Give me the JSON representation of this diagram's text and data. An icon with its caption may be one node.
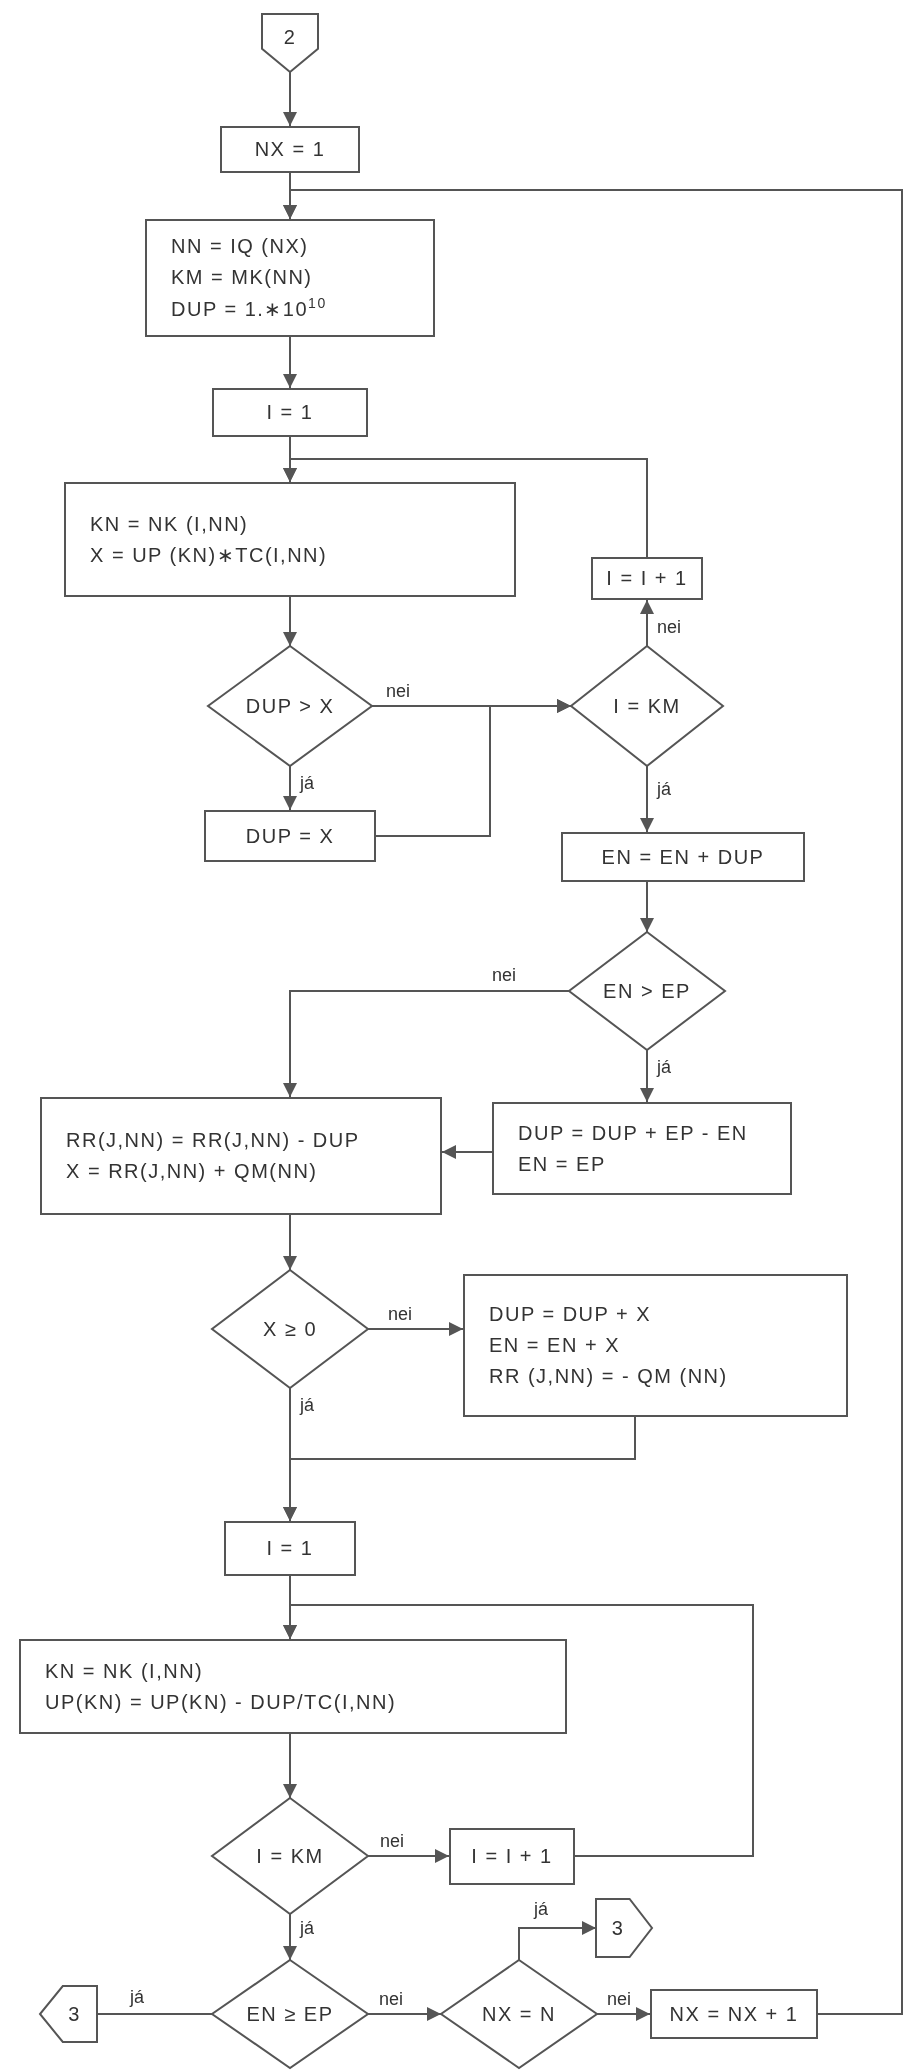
{
  "diagram": {
    "nodes": [
      {
        "text": [
          "2"
        ]
      },
      {
        "text": [
          "NX = 1"
        ]
      },
      {
        "text": [
          "NN = IQ (NX)",
          "KM = MK(NN)",
          "DUP = 1.∗10$^{10}$"
        ]
      },
      {
        "text": [
          "I = 1"
        ]
      },
      {
        "text": [
          "KN = NK (I,NN)",
          "X = UP (KN)∗TC(I,NN)"
        ]
      },
      {
        "text": [
          "DUP > X"
        ]
      },
      {
        "text": [
          "I = I + 1"
        ]
      },
      {
        "text": [
          "I = KM"
        ]
      },
      {
        "text": [
          "DUP = X"
        ]
      },
      {
        "text": [
          "EN = EN + DUP"
        ]
      },
      {
        "text": [
          "EN > EP"
        ]
      },
      {
        "text": [
          "RR(J,NN) = RR(J,NN) - DUP",
          "X = RR(J,NN) + QM(NN)"
        ]
      },
      {
        "text": [
          "DUP = DUP + EP - EN",
          "EN = EP"
        ]
      },
      {
        "text": [
          "X ≥ 0"
        ]
      },
      {
        "text": [
          "DUP = DUP + X",
          "EN = EN + X",
          "RR (J,NN) = - QM (NN)"
        ]
      },
      {
        "text": [
          "I = 1"
        ]
      },
      {
        "text": [
          "KN = NK (I,NN)",
          "UP(KN) = UP(KN) - DUP/TC(I,NN)"
        ]
      },
      {
        "text": [
          "I = KM"
        ]
      },
      {
        "text": [
          "I = I + 1"
        ]
      },
      {
        "text": [
          "EN ≥ EP"
        ]
      },
      {
        "text": [
          "3"
        ]
      },
      {
        "text": [
          "NX = N"
        ]
      },
      {
        "text": [
          "3"
        ]
      },
      {
        "text": [
          "NX = NX + 1"
        ]
      }
    ],
    "edges": [
      {
        "from": 0,
        "to": 1,
        "arrow": "to"
      },
      {
        "from": 1,
        "to": 2,
        "arrow": "to"
      },
      {
        "from": 2,
        "to": 3,
        "arrow": "to"
      },
      {
        "from": 3,
        "to": 4,
        "arrow": "to"
      },
      {
        "from": 4,
        "to": 5,
        "arrow": "to"
      },
      {
        "from": 5,
        "to": 7,
        "arrow": "to",
        "label": "nei"
      },
      {
        "from": 5,
        "to": 8,
        "arrow": "to",
        "label": "já"
      },
      {
        "from": 8,
        "to": 7,
        "arrow": "to"
      },
      {
        "from": 7,
        "to": 6,
        "arrow": "to",
        "label": "nei"
      },
      {
        "from": 6,
        "to": 4,
        "arrow": "to"
      },
      {
        "from": 7,
        "to": 9,
        "arrow": "to",
        "label": "já"
      },
      {
        "from": 9,
        "to": 10,
        "arrow": "to"
      },
      {
        "from": 10,
        "to": 11,
        "arrow": "to",
        "label": "nei"
      },
      {
        "from": 10,
        "to": 12,
        "arrow": "to",
        "label": "já"
      },
      {
        "from": 12,
        "to": 11,
        "arrow": "to"
      },
      {
        "from": 11,
        "to": 13,
        "arrow": "to"
      },
      {
        "from": 13,
        "to": 14,
        "arrow": "to",
        "label": "nei"
      },
      {
        "from": 13,
        "to": 15,
        "arrow": "to",
        "label": "já"
      },
      {
        "from": 14,
        "to": 15,
        "arrow": "to"
      },
      {
        "from": 15,
        "to": 16,
        "arrow": "to"
      },
      {
        "from": 18,
        "to": 16,
        "arrow": "to"
      },
      {
        "from": 16,
        "to": 17,
        "arrow": "to"
      },
      {
        "from": 17,
        "to": 18,
        "arrow": "to",
        "label": "nei"
      },
      {
        "from": 17,
        "to": 19,
        "arrow": "to",
        "label": "já"
      },
      {
        "from": 19,
        "to": 20,
        "arrow": "none",
        "label": "já"
      },
      {
        "from": 19,
        "to": 21,
        "arrow": "to",
        "label": "nei"
      },
      {
        "from": 21,
        "to": 22,
        "arrow": "to",
        "label": "já"
      },
      {
        "from": 21,
        "to": 23,
        "arrow": "to",
        "label": "nei"
      },
      {
        "from": 23,
        "to": 2,
        "arrow": "to"
      }
    ]
  }
}
